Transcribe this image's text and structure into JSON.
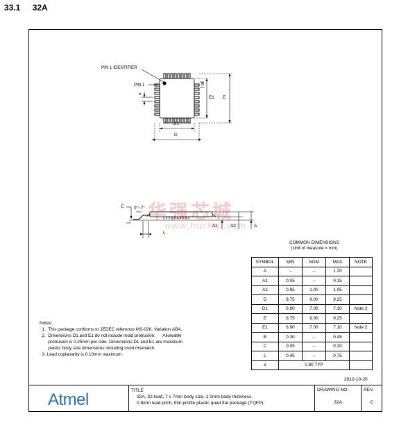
{
  "section": {
    "number": "33.1",
    "title": "32A"
  },
  "watermark": {
    "cn": "华强芯城",
    "url": "www.hqchip.com"
  },
  "drawing_labels": {
    "pin1_identifier": "PIN 1 IDENTIFIER",
    "pin1": "PIN 1",
    "e": "e",
    "b": "B",
    "e1": "E1",
    "e_big": "E",
    "d1": "D1",
    "d": "D",
    "c": "C",
    "angle": "0°~7°",
    "a1": "A1",
    "a2": "A2",
    "a": "A",
    "l": "L"
  },
  "notes": {
    "heading": "Notes:",
    "lines": [
      "  1.  This package conforms to JEDEC reference MS-026, Variation ABA.",
      "  2.  Dimensions D1 and E1 do not include mold protrusion.      Allowable",
      "       protrusion is 0.25mm per side. Dimensions D1 and E1 are maximum",
      "       plastic body size dimensions including mold mismatch.",
      "  3. Lead coplanarity is 0.10mm maximum."
    ]
  },
  "common_dimensions": {
    "title": "COMMON DIMENSIONS",
    "subtitle": "(Unit of measure = mm)",
    "headers": [
      "SYMBOL",
      "MIN",
      "NOM",
      "MAX",
      "NOTE"
    ],
    "rows": [
      [
        "A",
        "–",
        "–",
        "1.20",
        ""
      ],
      [
        "A1",
        "0.05",
        "–",
        "0.15",
        ""
      ],
      [
        "A2",
        "0.95",
        "1.00",
        "1.05",
        ""
      ],
      [
        "D",
        "8.75",
        "9.00",
        "9.25",
        ""
      ],
      [
        "D1",
        "6.90",
        "7.00",
        "7.10",
        "Note 2"
      ],
      [
        "E",
        "8.75",
        "9.00",
        "9.25",
        ""
      ],
      [
        "E1",
        "6.90",
        "7.00",
        "7.10",
        "Note 2"
      ],
      [
        "B",
        "0.30",
        "–",
        "0.45",
        ""
      ],
      [
        "C",
        "0.09",
        "–",
        "0.20",
        ""
      ],
      [
        "L",
        "0.45",
        "–",
        "0.75",
        ""
      ]
    ],
    "last_row": {
      "symbol": "e",
      "value": "0.80 TYP"
    }
  },
  "date": "2010-10-20",
  "title_block": {
    "logo": "Atmel",
    "title_label": "TITLE",
    "title_line1": "32A, 32-lead, 7 x 7mm body size, 1.0mm body thickness,",
    "title_line2": "0.8mm lead pitch, thin profile plastic quad flat package (TQFP)",
    "drawing_no_label": "DRAWING NO.",
    "drawing_no": "32A",
    "rev_label": "REV.",
    "rev": "C"
  }
}
